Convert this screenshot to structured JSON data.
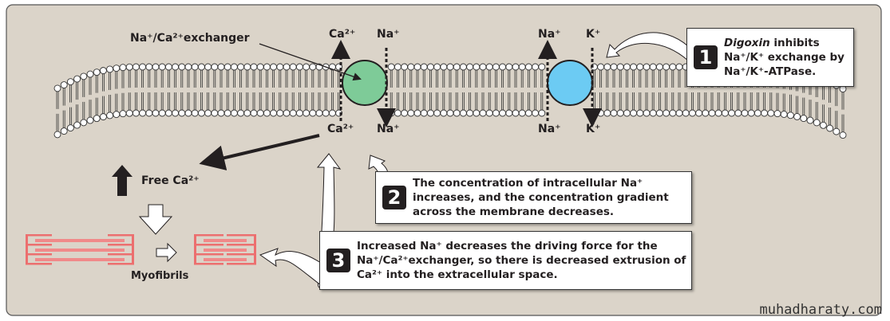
{
  "colors": {
    "background": "#dbd4c9",
    "exchanger": "#7ecb98",
    "pump": "#6ccbf3",
    "myofibril": "#ec6f6f"
  },
  "labels": {
    "exchanger": "Na⁺/Ca²⁺exchanger",
    "ca_top": "Ca²⁺",
    "na_top": "Na⁺",
    "ca_bottom": "Ca²⁺",
    "na_bottom": "Na⁺",
    "na_pump_top": "Na⁺",
    "k_top": "K⁺",
    "na_pump_bottom": "Na⁺",
    "k_bottom": "K⁺",
    "free_ca": "Free Ca²⁺",
    "myofibrils": "Myofibrils"
  },
  "callouts": [
    {
      "number": "1",
      "drug": "Digoxin",
      "text": " inhibits Na⁺/K⁺ exchange by Na⁺/K⁺-ATPase."
    },
    {
      "number": "2",
      "text": "The concentration of intracellular Na⁺ increases, and the concentration gradient across the membrane decreases."
    },
    {
      "number": "3",
      "text": "Increased Na⁺ decreases the driving force for the Na⁺/Ca²⁺exchanger, so there is decreased extrusion of Ca²⁺ into the extracellular space."
    }
  ],
  "watermark": "muhadharaty.com"
}
